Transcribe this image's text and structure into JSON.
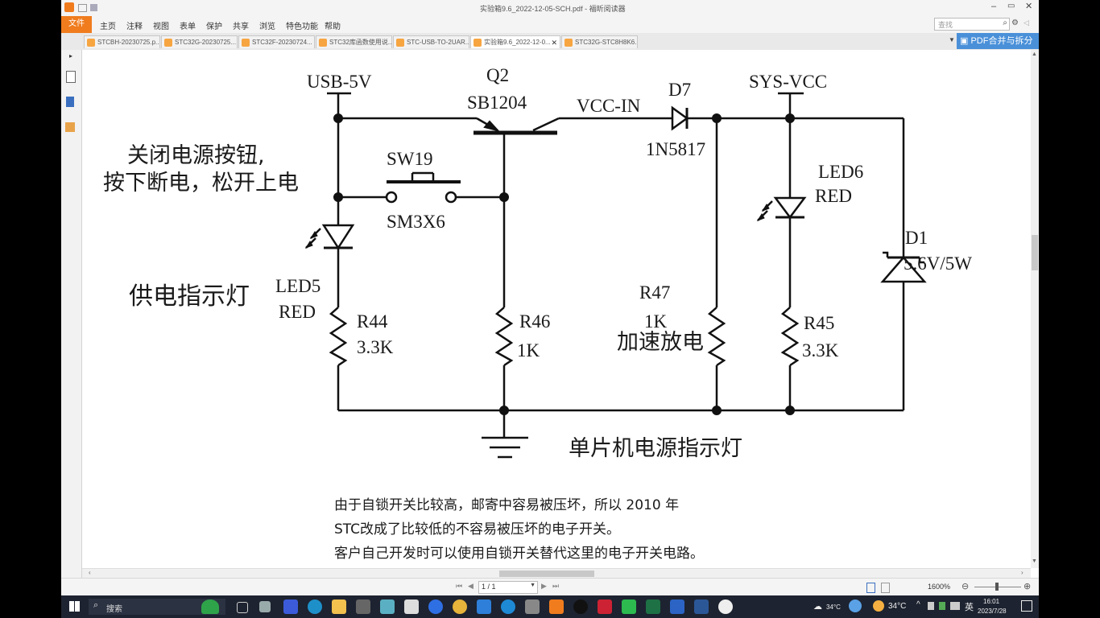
{
  "window": {
    "title": "实验箱9.6_2022-12-05-SCH.pdf - 福昕阅读器",
    "search_placeholder": "查找",
    "colors": {
      "accent": "#f07c1e",
      "pdf_button": "#4a90d9"
    }
  },
  "menu": {
    "file": "文件",
    "items": [
      "主页",
      "注释",
      "视图",
      "表单",
      "保护",
      "共享",
      "浏览",
      "特色功能",
      "帮助"
    ]
  },
  "tabs": [
    "STCBH-20230725.p...",
    "STC32G-20230725...",
    "STC32F-20230724...",
    "STC32库函数使用说...",
    "STC-USB-TO-2UAR...",
    "实验箱9.6_2022-12-0...",
    "STC32G-STC8H8K6..."
  ],
  "pdf_merge_button": "PDF合并与拆分",
  "schematic": {
    "labels": {
      "usb": "USB-5V",
      "q2": "Q2",
      "q2_part": "SB1204",
      "vcc_in": "VCC-IN",
      "d7": "D7",
      "d7_part": "1N5817",
      "sys_vcc": "SYS-VCC",
      "sw": "SW19",
      "sw_part": "SM3X6",
      "led6": "LED6",
      "led6_color": "RED",
      "d1": "D1",
      "d1_val": "5.6V/5W",
      "led5": "LED5",
      "led5_color": "RED",
      "r44": "R44",
      "r44_val": "3.3K",
      "r46": "R46",
      "r46_val": "1K",
      "r47": "R47",
      "r47_val": "1K",
      "r45": "R45",
      "r45_val": "3.3K"
    },
    "notes": {
      "button_line1": "关闭电源按钮,",
      "button_line2": "按下断电，松开上电",
      "power_indicator": "供电指示灯",
      "fast_discharge": "加速放电",
      "mcu_indicator": "单片机电源指示灯"
    },
    "footer": [
      "由于自锁开关比较高，邮寄中容易被压坏，所以 2010 年",
      "STC改成了比较低的不容易被压坏的电子开关。",
      "客户自己开发时可以使用自锁开关替代这里的电子开关电路。"
    ]
  },
  "status": {
    "page": "1 / 1",
    "zoom": "1600%"
  },
  "taskbar": {
    "search": "搜索",
    "weather1": "34°C",
    "weather2": "34°C",
    "ime": "英",
    "time": "16:01",
    "date": "2023/7/28"
  }
}
